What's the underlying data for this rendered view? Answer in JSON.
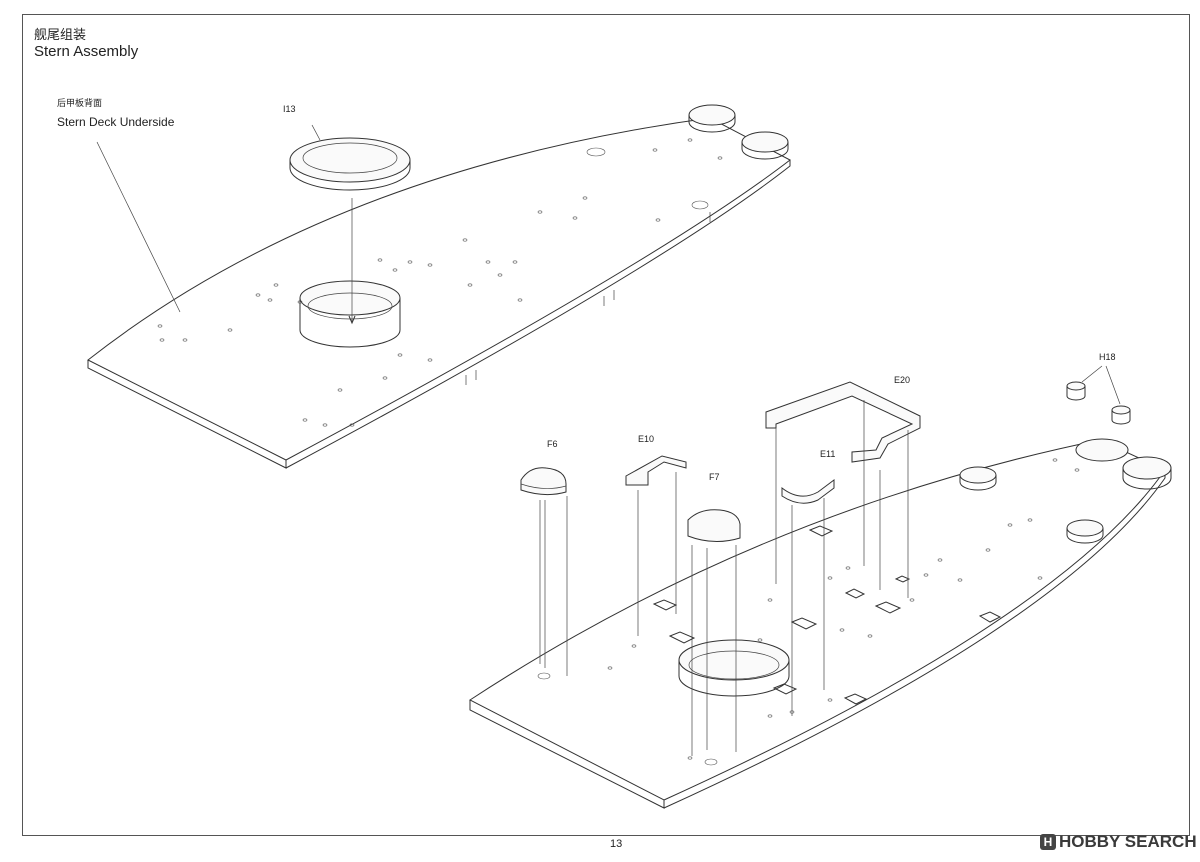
{
  "title": {
    "zh": "舰尾组装",
    "en": "Stern Assembly"
  },
  "callout": {
    "zh": "后甲板背面",
    "en": "Stern Deck Underside"
  },
  "part_labels": {
    "i13": "I13",
    "f6": "F6",
    "e10": "E10",
    "f7": "F7",
    "e11": "E11",
    "e20": "E20",
    "h18": "H18"
  },
  "page_number": "13",
  "watermark": {
    "badge": "H",
    "text": "HOBBY SEARCH"
  }
}
